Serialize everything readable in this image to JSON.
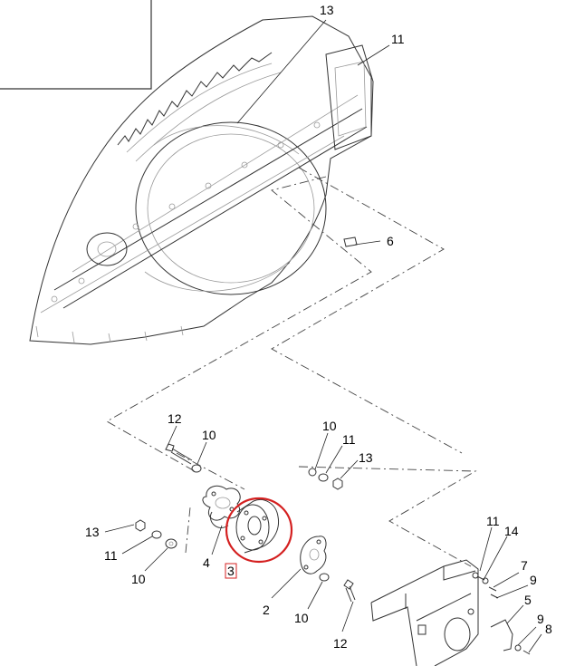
{
  "colors": {
    "highlight": "#d42020",
    "line": "#333333",
    "light_line": "#9a9a9a"
  },
  "callouts": {
    "c13_top": "13",
    "c11_top": "11",
    "c6": "6",
    "c12_a": "12",
    "c10_a": "10",
    "c10_b": "10",
    "c11_b": "11",
    "c13_b": "13",
    "c13_c": "13",
    "c11_c": "11",
    "c10_c": "10",
    "c4": "4",
    "c3": "3",
    "c2": "2",
    "c10_d": "10",
    "c12_b": "12",
    "c11_d": "11",
    "c14": "14",
    "c7": "7",
    "c9_a": "9",
    "c5": "5",
    "c9_b": "9",
    "c8": "8"
  }
}
